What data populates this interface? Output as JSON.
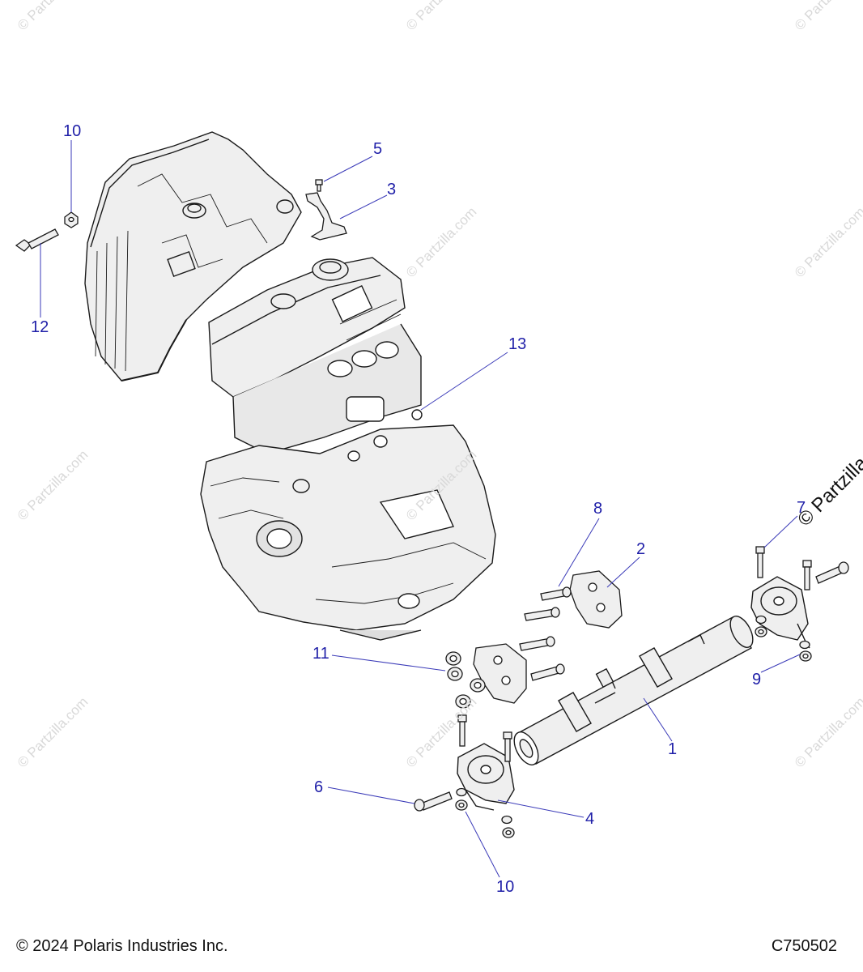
{
  "diagram": {
    "watermark_text": "© Partzilla.com",
    "prominent_watermark_text": "© Partzilla",
    "callouts": [
      "10",
      "5",
      "3",
      "12",
      "13",
      "8",
      "2",
      "7",
      "11",
      "9",
      "1",
      "6",
      "4",
      "10"
    ]
  },
  "footer": {
    "copyright": "© 2024 Polaris Industries Inc.",
    "code": "C750502"
  },
  "colors": {
    "callout": "#1f1fa8",
    "leader": "#3a3ab8",
    "line": "#1a1a1a",
    "part_fill": "#efefef",
    "watermark": "#d9d9d9"
  },
  "icons": {
    "engine": "engine-assembly-icon",
    "oil_pan": "oil-pan-icon",
    "mount_bar": "mount-bar-icon",
    "isolator": "isolator-mount-icon",
    "bracket": "bracket-icon",
    "bolt": "bolt-icon",
    "nut": "nut-icon"
  }
}
